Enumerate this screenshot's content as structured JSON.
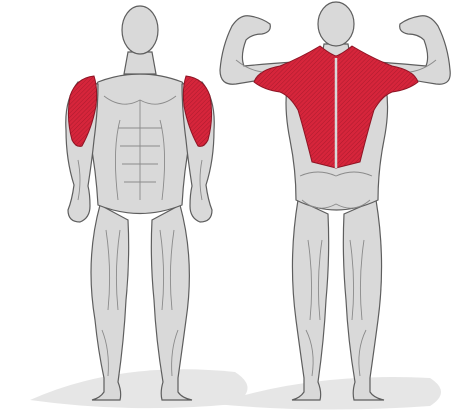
{
  "colors": {
    "skin": "#d9d9d9",
    "skin_shadow": "#b9b9b9",
    "outline": "#5e5e5e",
    "muscle_line": "#8a8a8a",
    "highlight": "#d6253b",
    "highlight_line": "#8e1424",
    "floor_shadow": "#e6e6e6"
  },
  "figures": [
    {
      "view": "front",
      "highlighted_muscles": [
        "left-deltoid-triceps",
        "right-deltoid-triceps"
      ]
    },
    {
      "view": "back",
      "highlighted_muscles": [
        "trapezius",
        "rear-deltoids",
        "latissimus-dorsi"
      ]
    }
  ]
}
